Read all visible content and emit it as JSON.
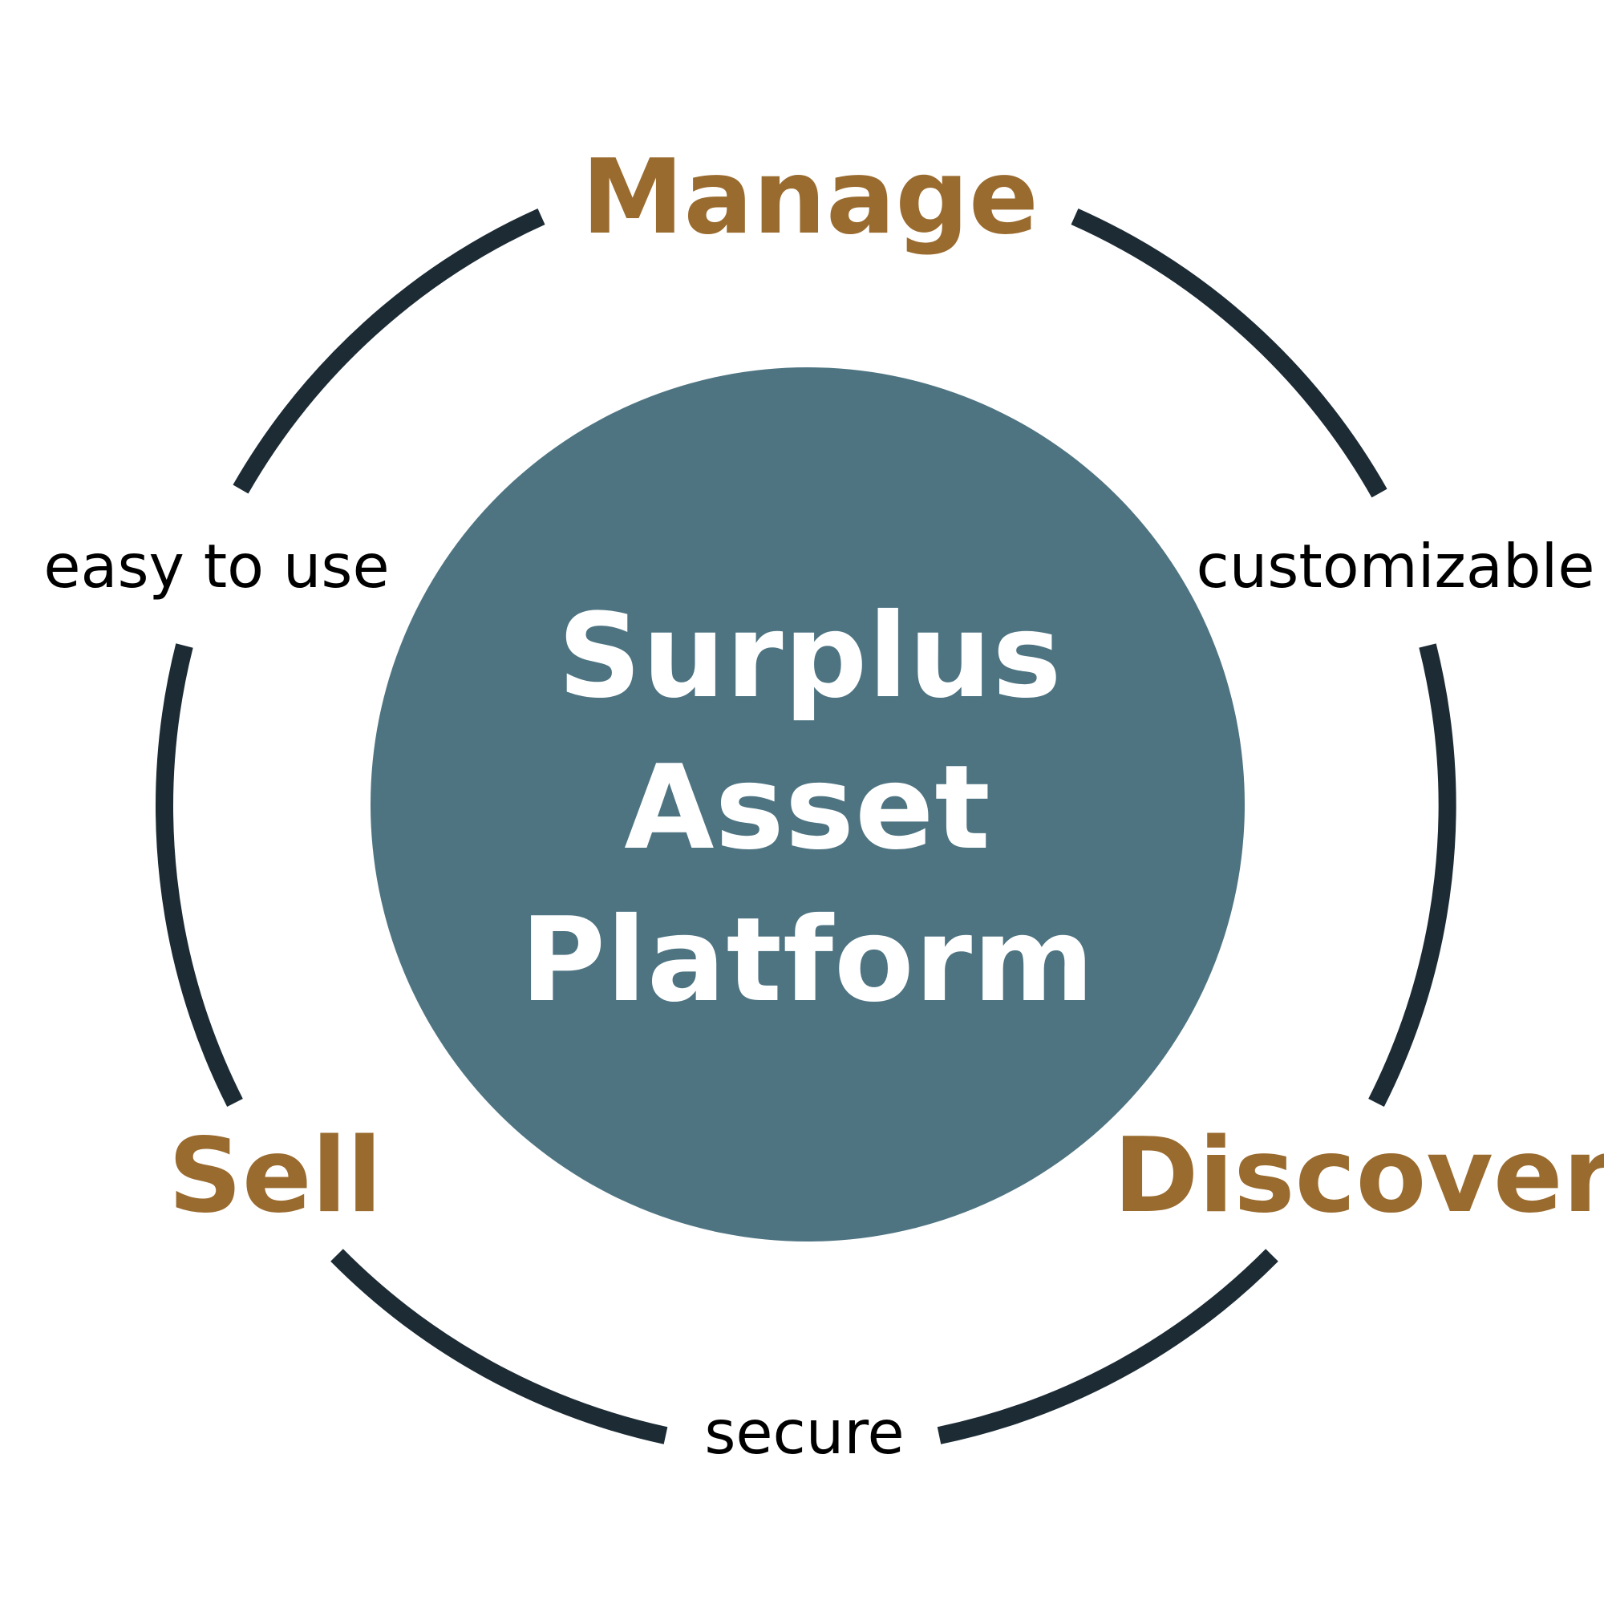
{
  "center": {
    "lines": [
      "Surplus",
      "Asset",
      "Platform"
    ],
    "fill_color": "#4e7482",
    "text_color": "#ffffff"
  },
  "stages": {
    "manage": "Manage",
    "discover": "Discover",
    "sell": "Sell",
    "color": "#9a6b2f"
  },
  "qualities": {
    "easy_to_use": "easy to use",
    "customizable": "customizable",
    "secure": "secure",
    "color": "#000000"
  },
  "ring": {
    "color": "#1c2b34"
  }
}
